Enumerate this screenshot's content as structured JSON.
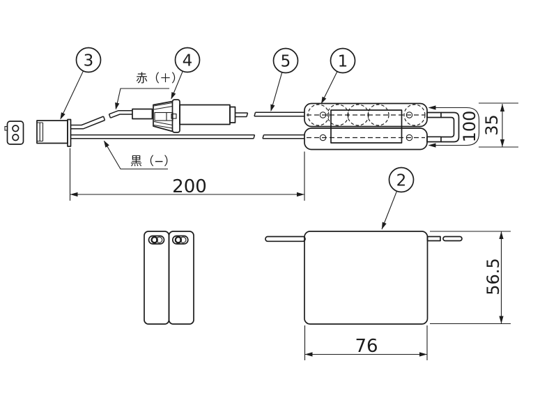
{
  "drawing": {
    "balloons": [
      {
        "label": "1"
      },
      {
        "label": "2"
      },
      {
        "label": "3"
      },
      {
        "label": "4"
      },
      {
        "label": "5"
      }
    ],
    "labels": {
      "red_wire": "赤（＋）",
      "black_wire": "黒（−）"
    },
    "dimensions": {
      "lead_length": "200",
      "pack_length": "100",
      "pack_width": "35",
      "case_width": "76",
      "case_height": "56.5"
    },
    "colors": {
      "line": "#1c1c1c",
      "background": "#ffffff"
    }
  }
}
